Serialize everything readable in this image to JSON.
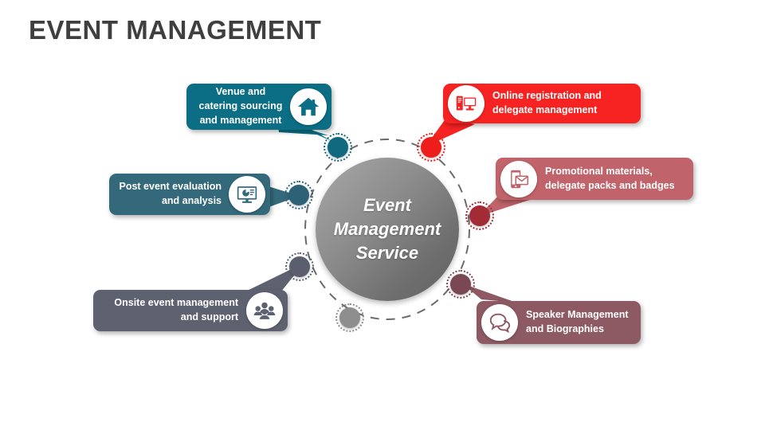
{
  "title": "EVENT MANAGEMENT",
  "center": {
    "label": "Event\nManagement\nService",
    "color": "#7a7a7a"
  },
  "colors": {
    "teal_top": "#0b6e84",
    "teal_left": "#33697a",
    "red": "#f72222",
    "pink": "#c0636a",
    "maroon": "#8d5963",
    "slate": "#5e6270",
    "gray_node": "#8e8e8e",
    "orbit_dash": "#6b6b6b",
    "title_color": "#3f3f3f"
  },
  "callouts": [
    {
      "id": "venue",
      "text": "Venue and\ncatering sourcing\nand management",
      "align": "center",
      "icon": "house-icon",
      "icon_side": "right",
      "color": "#0b6e84",
      "node_color": "#11697f"
    },
    {
      "id": "online-registration",
      "text": "Online registration and\ndelegate management",
      "align": "left",
      "icon": "desktop-computer-icon",
      "icon_side": "left",
      "color": "#f72222",
      "node_color": "#ef1c1c"
    },
    {
      "id": "promotional-materials",
      "text": "Promotional materials,\ndelegate packs and badges",
      "align": "left",
      "icon": "phone-envelope-icon",
      "icon_side": "left",
      "color": "#c0636a",
      "node_color": "#a22b35"
    },
    {
      "id": "speaker-management",
      "text": "Speaker Management\nand Biographies",
      "align": "left",
      "icon": "speech-bubbles-icon",
      "icon_side": "left",
      "color": "#8d5963",
      "node_color": "#7a4852"
    },
    {
      "id": "onsite-event-management",
      "text": "Onsite event management\nand support",
      "align": "right",
      "icon": "people-group-icon",
      "icon_side": "right",
      "color": "#5e6270",
      "node_color": "#5b5f6d"
    },
    {
      "id": "post-event-evaluation",
      "text": "Post event evaluation\nand analysis",
      "align": "right",
      "icon": "monitor-chart-icon",
      "icon_side": "right",
      "color": "#33697a",
      "node_color": "#2d6276"
    }
  ],
  "extra_nodes": [
    {
      "id": "unlabeled-bottom-node",
      "color": "#8e8e8e"
    }
  ]
}
